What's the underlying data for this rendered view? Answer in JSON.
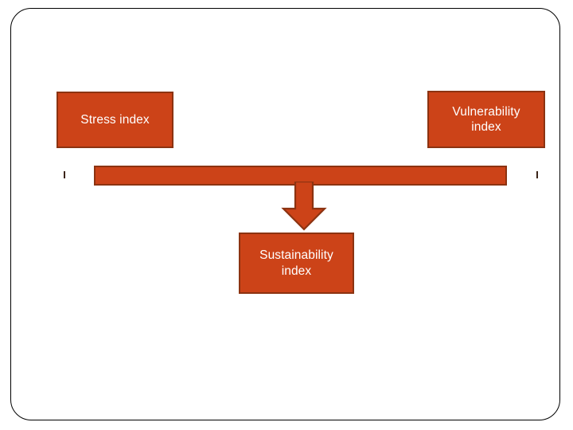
{
  "slide": {
    "background_color": "#FFFFFF",
    "frame": {
      "border_color": "#000000",
      "shape": "rounded-rectangle"
    }
  },
  "theme": {
    "box_fill": "#CC4318",
    "box_border": "#8C3311",
    "box_text_color": "#FFFFFF",
    "tick_color": "#3B2418"
  },
  "diagram": {
    "type": "flow-diagram",
    "orientation": "two-inputs-merge-to-one-output",
    "nodes": [
      {
        "id": "stress",
        "label": "Stress index",
        "role": "input",
        "position": "top-left"
      },
      {
        "id": "vulnerability",
        "label": "Vulnerability index",
        "label_line1": "Vulnerability",
        "label_line2": "index",
        "role": "input",
        "position": "top-right"
      },
      {
        "id": "sustainability",
        "label": "Sustainability index",
        "label_line1": "Sustainability",
        "label_line2": "index",
        "role": "output",
        "position": "bottom-center"
      }
    ],
    "connector": {
      "id": "merge-bar",
      "name": "horizontal-merge-bar",
      "from": [
        "stress",
        "vulnerability"
      ],
      "to": "sustainability"
    },
    "arrow": {
      "id": "down-arrow",
      "direction": "down",
      "from": "merge-bar",
      "to": "sustainability"
    },
    "ticks": [
      {
        "id": "tick-left",
        "side": "left"
      },
      {
        "id": "tick-right",
        "side": "right"
      }
    ]
  }
}
